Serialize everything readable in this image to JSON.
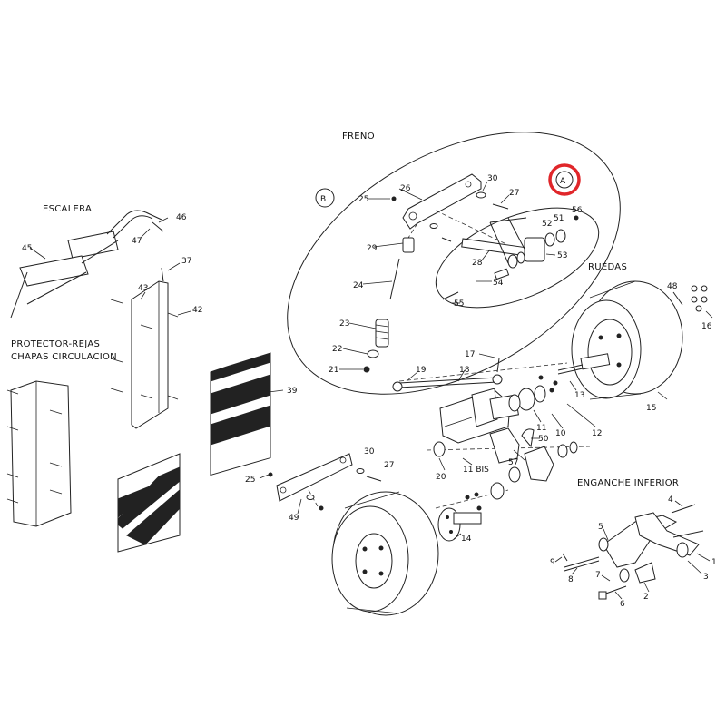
{
  "sections": {
    "freno": "FRENO",
    "escalera": "ESCALERA",
    "ruedas": "RUEDAS",
    "protector_line1": "PROTECTOR-REJAS",
    "protector_line2": "CHAPAS CIRCULACION",
    "enganche": "ENGANCHE INFERIOR"
  },
  "markers": {
    "a": "A",
    "b": "B"
  },
  "highlight_color": "#e0262a",
  "part_labels": {
    "p1": "1",
    "p2": "2",
    "p3": "3",
    "p4": "4",
    "p5": "5",
    "p6": "6",
    "p7": "7",
    "p8": "8",
    "p9": "9",
    "p10": "10",
    "p11": "11",
    "p11bis": "11 BIS",
    "p12": "12",
    "p13": "13",
    "p14": "14",
    "p15": "15",
    "p16": "16",
    "p17": "17",
    "p18": "18",
    "p19": "19",
    "p20": "20",
    "p21": "21",
    "p22": "22",
    "p23": "23",
    "p24": "24",
    "p25a": "25",
    "p25b": "25",
    "p26": "26",
    "p27a": "27",
    "p27b": "27",
    "p28": "28",
    "p29": "29",
    "p30a": "30",
    "p30b": "30",
    "p37": "37",
    "p39": "39",
    "p42": "42",
    "p43": "43",
    "p45": "45",
    "p46": "46",
    "p47": "47",
    "p48": "48",
    "p49": "49",
    "p50": "50",
    "p51": "51",
    "p52": "52",
    "p53": "53",
    "p54": "54",
    "p55": "55",
    "p56": "56",
    "p57": "57"
  }
}
